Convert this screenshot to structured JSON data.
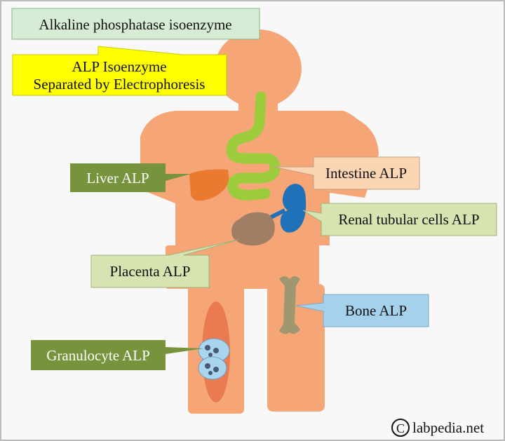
{
  "title": "Alkaline phosphatase isoenzyme",
  "subtitle_line1": "ALP  Isoenzyme",
  "subtitle_line2": "Separated by Electrophoresis",
  "labels": {
    "liver": "Liver ALP",
    "intestine": "Intestine ALP",
    "renal": "Renal tubular cells ALP",
    "placenta": "Placenta ALP",
    "bone": "Bone ALP",
    "granulocyte": "Granulocyte ALP"
  },
  "watermark": "labpedia.net",
  "colors": {
    "body": "#f6a676",
    "intestine": "#9ccc3c",
    "liver": "#ea7a30",
    "kidney": "#1f72b8",
    "placenta": "#a07e66",
    "bone": "#9e9770",
    "marrow": "#ea7a50",
    "granulocyte": "#a9d5ee",
    "label_dark_green": "#77943c",
    "label_light_green": "#d5e4b1",
    "label_peach": "#fcd5b4",
    "label_blue": "#a6d1ec",
    "label_yellow": "#ffff00"
  }
}
